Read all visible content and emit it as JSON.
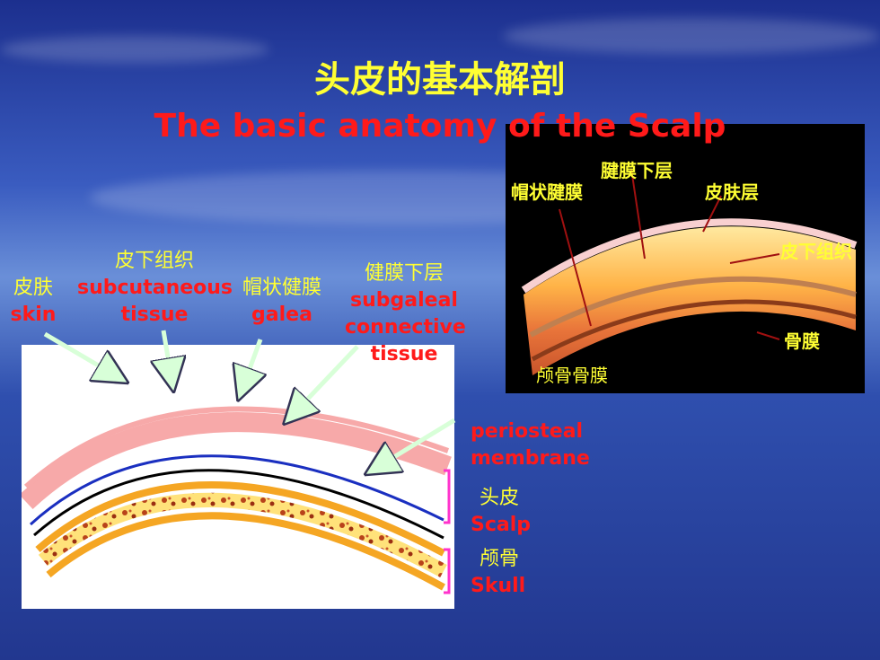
{
  "title": {
    "cn": "头皮的基本解剖",
    "en": "The basic anatomy of the Scalp"
  },
  "labels": {
    "skin": {
      "cn": "皮肤",
      "en": "skin"
    },
    "subcutaneous": {
      "cn": "皮下组织",
      "en1": "subcutaneous",
      "en2": "tissue"
    },
    "galea": {
      "cn": "帽状健膜",
      "en": "galea"
    },
    "subgaleal": {
      "cn": "健膜下层",
      "en1": "subgaleal",
      "en2": "connective",
      "en3": "tissue"
    },
    "periosteal": {
      "en": "periosteal membrane"
    },
    "scalp": {
      "cn": "头皮",
      "en": "Scalp"
    },
    "skull": {
      "cn": "颅骨",
      "en": "Skull"
    }
  },
  "photo_labels": {
    "galea": "帽状腱膜",
    "subgaleal": "腱膜下层",
    "skin": "皮肤层",
    "subcutaneous": "皮下组织",
    "periosteum": "骨膜",
    "cranial_periosteum": "颅骨骨膜"
  },
  "colors": {
    "title_cn": "#ffff33",
    "title_en": "#ff1a1a",
    "skin": "#f7a9a9",
    "galea": "#1a2fc0",
    "periosteum": "#000000",
    "skull": "#f5a623",
    "bracket": "#ff33cc",
    "arrow": "#d8ffd8"
  }
}
